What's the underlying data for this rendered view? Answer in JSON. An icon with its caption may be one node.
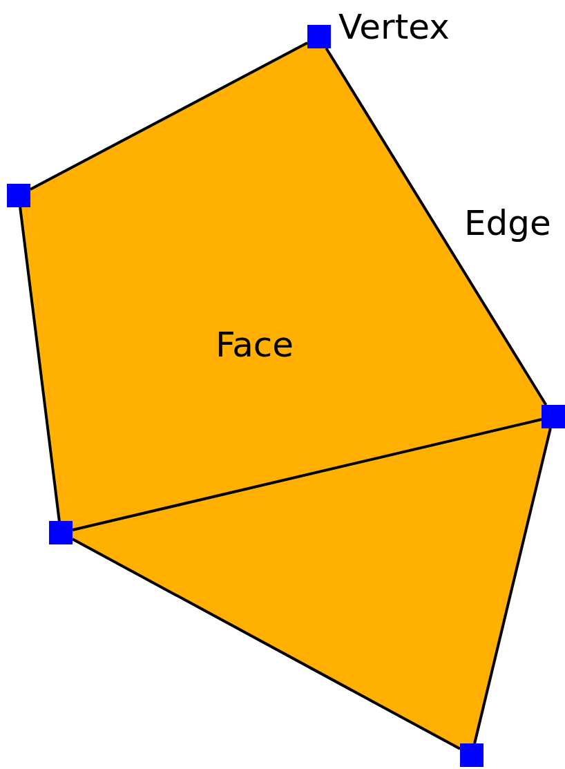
{
  "diagram": {
    "nodes": [
      {
        "text": [],
        "shape": "box"
      },
      {
        "text": [],
        "shape": "box"
      },
      {
        "text": [],
        "shape": "box"
      },
      {
        "text": [],
        "shape": "box"
      },
      {
        "text": [],
        "shape": "box"
      }
    ],
    "edges": [
      {
        "from": 0,
        "to": 1,
        "arrow": "none"
      },
      {
        "from": 1,
        "to": 3,
        "arrow": "none"
      },
      {
        "from": 0,
        "to": 2,
        "arrow": "none"
      },
      {
        "from": 3,
        "to": 2,
        "arrow": "none"
      },
      {
        "from": 3,
        "to": 4,
        "arrow": "none"
      },
      {
        "from": 2,
        "to": 4,
        "arrow": "none"
      }
    ],
    "labels": [
      "Vertex",
      "Edge",
      "Face"
    ]
  }
}
